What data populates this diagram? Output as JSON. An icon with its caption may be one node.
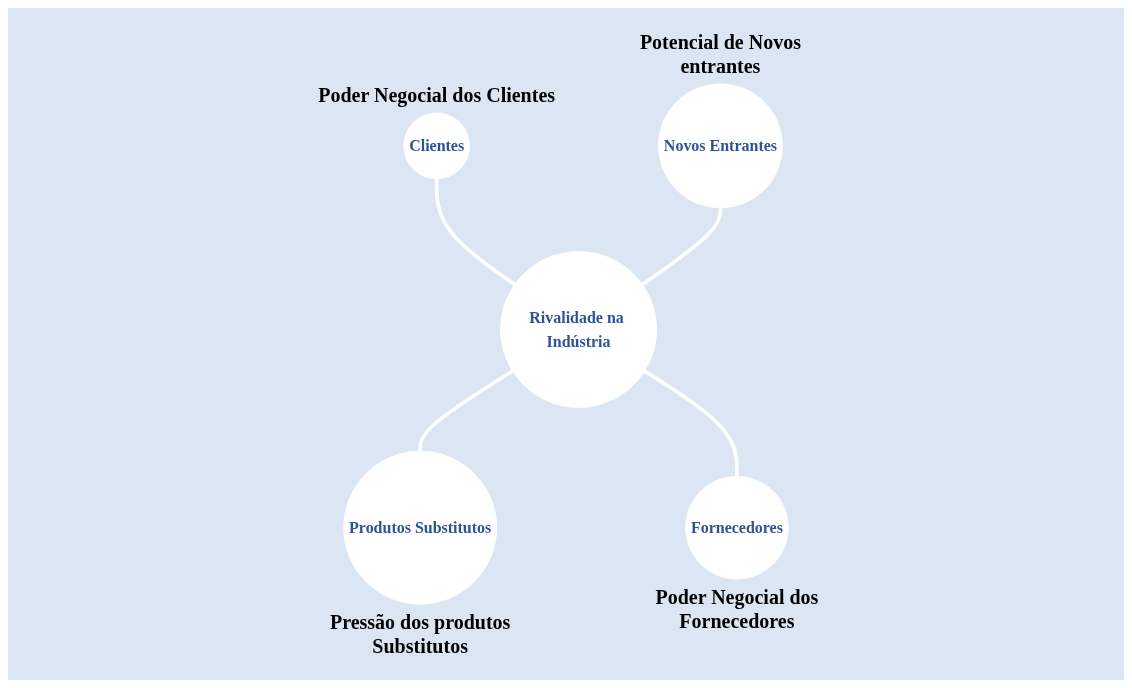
{
  "diagram": {
    "nodes": [
      {
        "text": [
          "Clientes"
        ],
        "beside": [
          "Poder Negocial dos Clientes"
        ]
      },
      {
        "text": [
          "Novos Entrantes"
        ],
        "beside": [
          "Potencial de Novos entrantes"
        ]
      },
      {
        "text": [
          "Rivalidade na Indústria"
        ]
      },
      {
        "text": [
          "Produtos Substitutos"
        ],
        "beside": [
          "Pressão dos produtos Substitutos"
        ]
      },
      {
        "text": [
          "Fornecedores"
        ],
        "beside": [
          "Poder Negocial dos Fornecedores"
        ]
      }
    ],
    "edges": [
      {
        "from": 0,
        "to": 2,
        "arrow": "none"
      },
      {
        "from": 1,
        "to": 2,
        "arrow": "none"
      },
      {
        "from": 2,
        "to": 3,
        "arrow": "none"
      },
      {
        "from": 2,
        "to": 4,
        "arrow": "none"
      }
    ]
  }
}
